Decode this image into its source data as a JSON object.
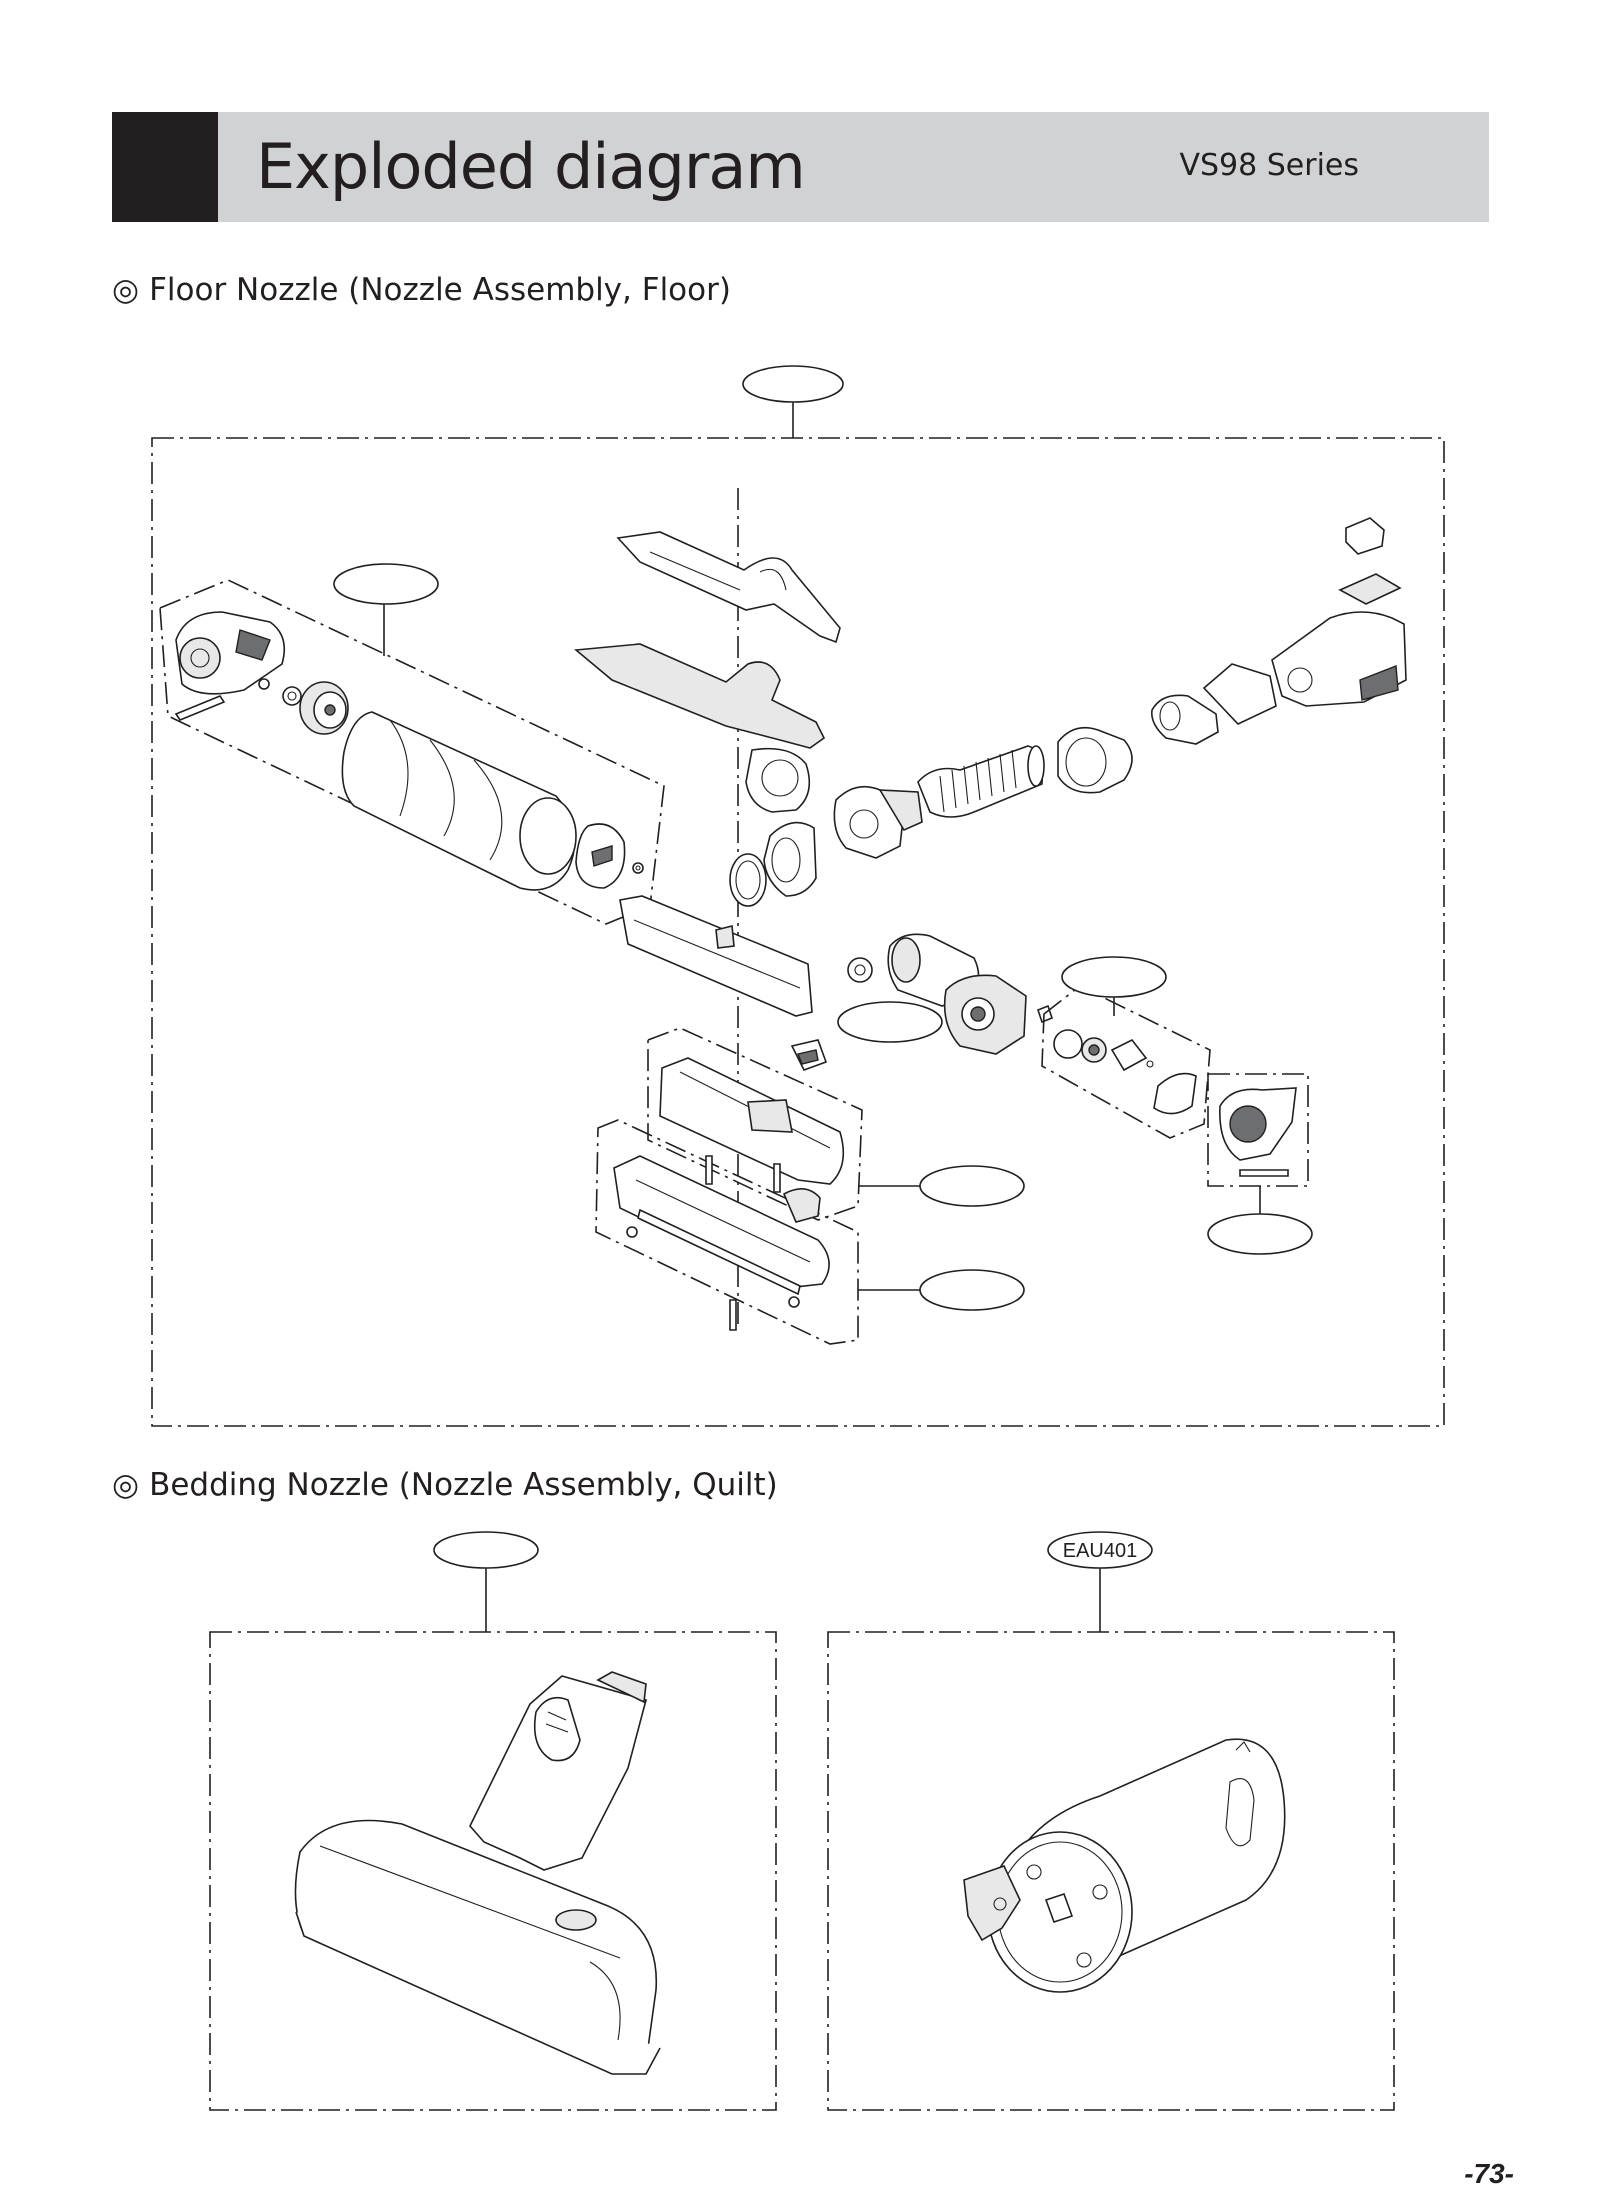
{
  "header": {
    "title": "Exploded diagram",
    "series": "VS98 Series"
  },
  "sections": {
    "floor_nozzle": {
      "mark": "◎",
      "title": "Floor Nozzle (Nozzle Assembly, Floor)"
    },
    "bedding_nozzle": {
      "mark": "◎",
      "title": "Bedding Nozzle (Nozzle Assembly, Quilt)"
    }
  },
  "callouts": {
    "motor_part_code": "EAU401"
  },
  "page_number": "-73-"
}
